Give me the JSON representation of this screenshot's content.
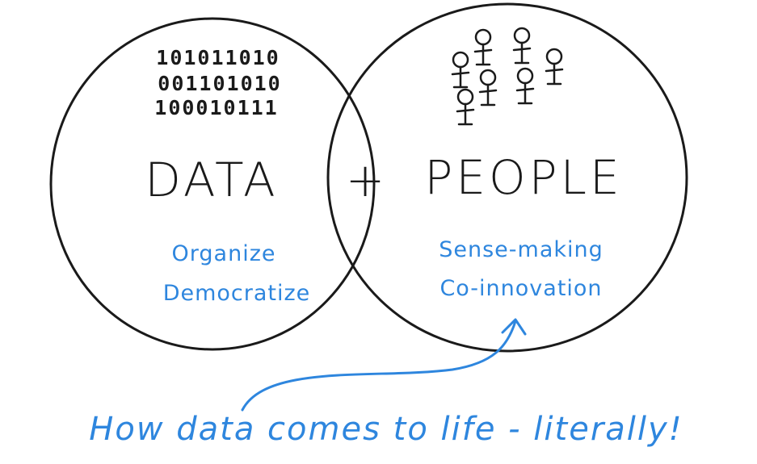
{
  "colors": {
    "ink": "#1a1a1a",
    "accent": "#2e86de",
    "background": "#ffffff"
  },
  "data_circle": {
    "binary_rows": [
      "101011010",
      "001101010",
      "100010111"
    ],
    "title": "DATA",
    "labels": [
      "Organize",
      "Democratize"
    ]
  },
  "people_circle": {
    "title": "PEOPLE",
    "labels": [
      "Sense-making",
      "Co-innovation"
    ],
    "figure_count": 7
  },
  "operator": "+",
  "caption": "How data comes to life - literally!",
  "icons": {
    "stick_figure": "stick-figure-icon",
    "arrow": "curved-arrow-icon"
  }
}
